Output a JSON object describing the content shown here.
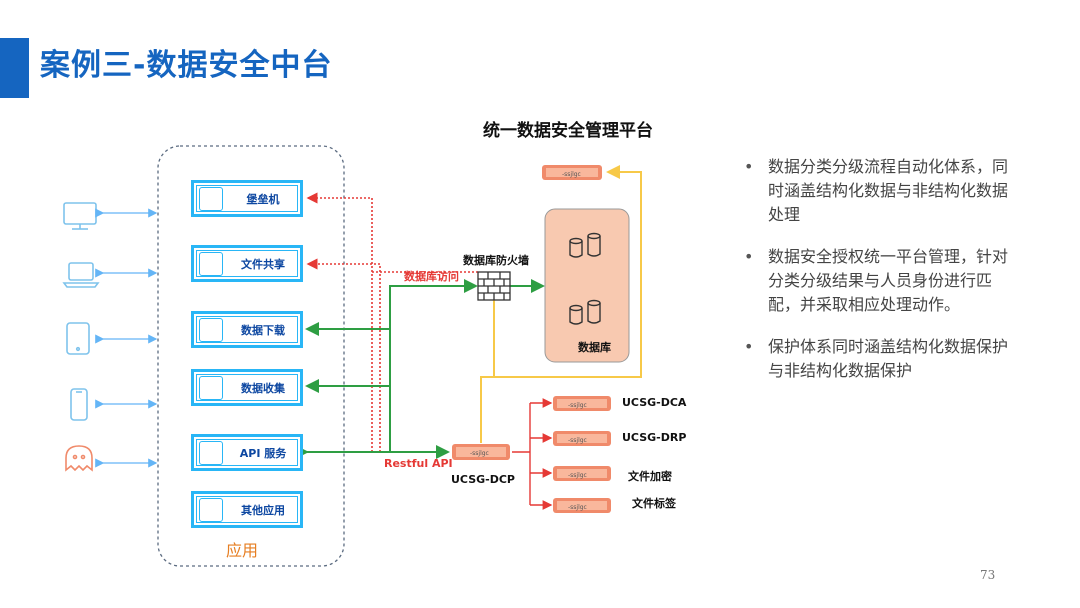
{
  "slide": {
    "title": "案例三-数据安全中台",
    "subtitle": "统一数据安全管理平台",
    "page_number": "73"
  },
  "diagram": {
    "apps": [
      {
        "label": "堡垒机",
        "icon": "bastion-icon"
      },
      {
        "label": "文件共享",
        "icon": "file-share-icon"
      },
      {
        "label": "数据下载",
        "icon": "download-icon"
      },
      {
        "label": "数据收集",
        "icon": "collect-icon"
      },
      {
        "label": "API 服务",
        "icon": "api-icon"
      },
      {
        "label": "其他应用",
        "icon": "other-app-icon"
      }
    ],
    "apps_group_label": "应用",
    "devices": [
      "monitor-icon",
      "laptop-icon",
      "tablet-icon",
      "phone-icon",
      "ghost-icon"
    ],
    "firewall_label": "数据库防火墙",
    "db_access_label": "数据库访问",
    "database_label": "数据库",
    "restful_label": "Restful API",
    "dcp_label": "UCSG-DCP",
    "modules": [
      "UCSG-DCA",
      "UCSG-DRP",
      "文件加密",
      "文件标签"
    ],
    "colors": {
      "accent": "#1565c0",
      "box": "#29b6f6",
      "green": "#2e9e43",
      "red": "#e53935",
      "yellow": "#f7c948",
      "db_fill": "#f8c9b0",
      "appliance": "#f08a6a"
    }
  },
  "bullets": [
    "数据分类分级流程自动化体系，同时涵盖结构化数据与非结构化数据处理",
    "数据安全授权统一平台管理，针对分类分级结果与人员身份进行匹配，并采取相应处理动作。",
    "保护体系同时涵盖结构化数据保护与非结构化数据保护"
  ]
}
